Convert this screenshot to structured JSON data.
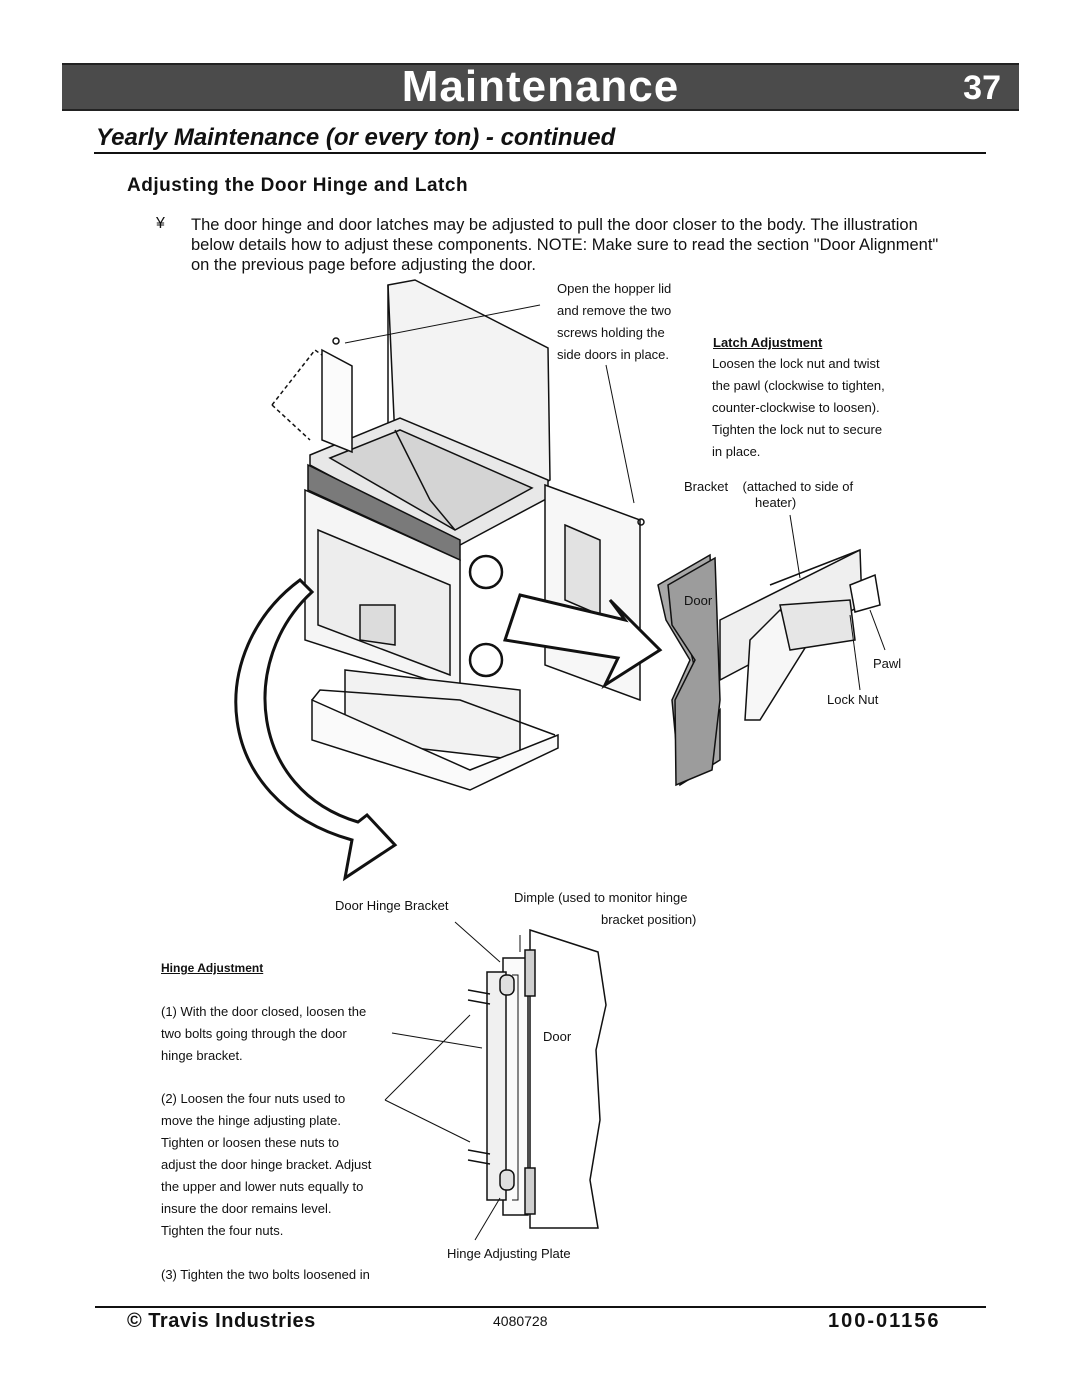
{
  "header": {
    "title": "Maintenance",
    "page_number": "37"
  },
  "section_title": "Yearly Maintenance (or every ton) - continued",
  "subsection_title": "Adjusting the Door Hinge and Latch",
  "intro": {
    "bullet": "¥",
    "text": "The door hinge and door latches may be adjusted to pull the door closer to the body. The illustration below details how to adjust these components. NOTE: Make sure to read the section \"Door Alignment\" on the previous page before adjusting the door."
  },
  "callouts": {
    "hopper_lines": [
      "Open the hopper lid",
      "and remove the two",
      "screws holding the",
      "side doors in place."
    ],
    "latch_heading": "Latch Adjustment",
    "latch_lines": [
      "Loosen the lock nut and twist",
      "the pawl (clockwise to tighten,",
      "counter-clockwise to loosen).",
      "Tighten the lock nut to secure",
      "in place."
    ],
    "bracket_line1": "Bracket    (attached to side of",
    "bracket_line2": "heater)",
    "door_latch": "Door",
    "pawl": "Pawl",
    "lock_nut": "Lock Nut",
    "door_hinge_bracket": "Door Hinge Bracket",
    "dimple_line1": "Dimple (used to monitor hinge",
    "dimple_line2": "bracket position)",
    "hinge_heading": "Hinge Adjustment",
    "hinge_step1": [
      "(1) With the door closed, loosen the",
      "two bolts going through the door",
      "hinge bracket."
    ],
    "hinge_step2": [
      "(2) Loosen the four nuts used to",
      "move the hinge adjusting plate.",
      "Tighten or loosen these nuts to",
      "adjust the door hinge bracket.  Adjust",
      "the upper and lower nuts equally to",
      "insure the door remains level.",
      "Tighten the four nuts."
    ],
    "hinge_step3": "(3) Tighten the two bolts loosened in",
    "door_hinge": "Door",
    "hinge_plate": "Hinge Adjusting Plate"
  },
  "footer": {
    "left": "© Travis Industries",
    "middle": "4080728",
    "right": "100-01156"
  }
}
